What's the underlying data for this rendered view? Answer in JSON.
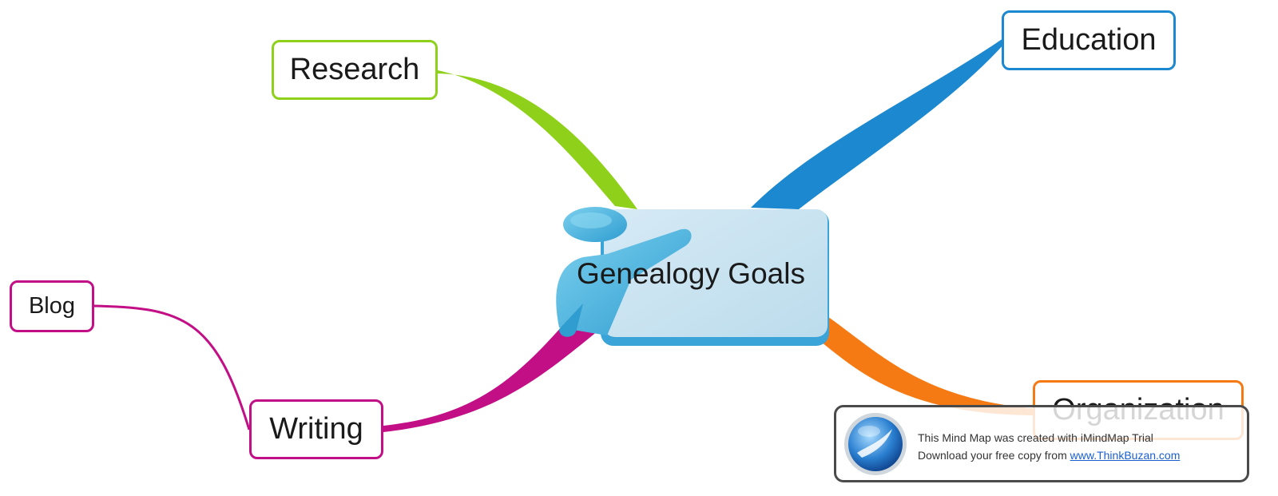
{
  "mind_map": {
    "central_topic": "Genealogy Goals",
    "branches": {
      "research": {
        "label": "Research",
        "color": "#8fd11a"
      },
      "education": {
        "label": "Education",
        "color": "#1c88cf"
      },
      "writing": {
        "label": "Writing",
        "color": "#c20f86",
        "children": {
          "blog": {
            "label": "Blog",
            "color": "#c20f86"
          }
        }
      },
      "organization": {
        "label": "Organization",
        "color": "#f57a14"
      }
    },
    "central_icon": "person-presenting-board-icon"
  },
  "trial_banner": {
    "line1": "This Mind Map was created with iMindMap Trial",
    "line2_prefix": "Download your free copy from ",
    "link_text": "www.ThinkBuzan.com",
    "logo_icon": "imindmap-logo-icon"
  }
}
